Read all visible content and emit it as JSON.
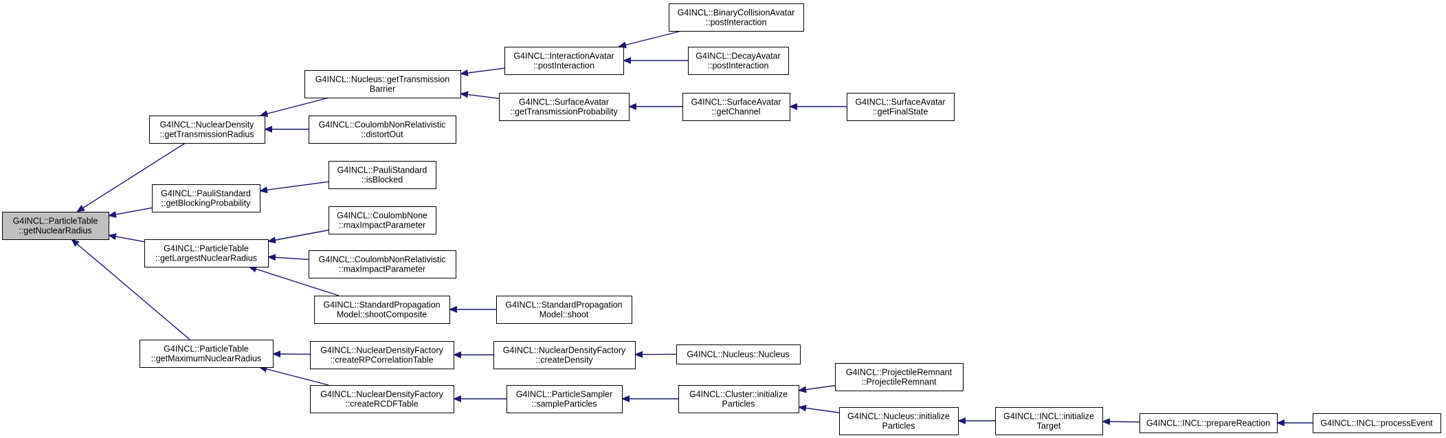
{
  "graph": {
    "colors": {
      "edge": "#191970",
      "box_border": "#000000",
      "box_fill": "#ffffff",
      "root_fill": "#bfbfbf",
      "background": "#ffffff"
    },
    "nodes": [
      {
        "id": "root",
        "lines": [
          "G4INCL::ParticleTable",
          "::getNuclearRadius"
        ],
        "root": true
      },
      {
        "id": "nd_gtr",
        "lines": [
          "G4INCL::NuclearDensity",
          "::getTransmissionRadius"
        ]
      },
      {
        "id": "ps_gbp",
        "lines": [
          "G4INCL::PauliStandard",
          "::getBlockingProbability"
        ]
      },
      {
        "id": "pt_glnr",
        "lines": [
          "G4INCL::ParticleTable",
          "::getLargestNuclearRadius"
        ]
      },
      {
        "id": "pt_gmnr",
        "lines": [
          "G4INCL::ParticleTable",
          "::getMaximumNuclearRadius"
        ]
      },
      {
        "id": "nuc_gtb",
        "lines": [
          "G4INCL::Nucleus::getTransmission",
          "Barrier"
        ]
      },
      {
        "id": "cnr_do",
        "lines": [
          "G4INCL::CoulombNonRelativistic",
          "::distortOut"
        ]
      },
      {
        "id": "ps_ib",
        "lines": [
          "G4INCL::PauliStandard",
          "::isBlocked"
        ]
      },
      {
        "id": "cn_mip",
        "lines": [
          "G4INCL::CoulombNone",
          "::maxImpactParameter"
        ]
      },
      {
        "id": "cnr_mip",
        "lines": [
          "G4INCL::CoulombNonRelativistic",
          "::maxImpactParameter"
        ]
      },
      {
        "id": "spm_sc",
        "lines": [
          "G4INCL::StandardPropagation",
          "Model::shootComposite"
        ]
      },
      {
        "id": "ndf_crpct",
        "lines": [
          "G4INCL::NuclearDensityFactory",
          "::createRPCorrelationTable"
        ]
      },
      {
        "id": "ndf_crcdf",
        "lines": [
          "G4INCL::NuclearDensityFactory",
          "::createRCDFTable"
        ]
      },
      {
        "id": "ia_pi",
        "lines": [
          "G4INCL::InteractionAvatar",
          "::postInteraction"
        ]
      },
      {
        "id": "sa_gtp",
        "lines": [
          "G4INCL::SurfaceAvatar",
          "::getTransmissionProbability"
        ]
      },
      {
        "id": "spm_s",
        "lines": [
          "G4INCL::StandardPropagation",
          "Model::shoot"
        ]
      },
      {
        "id": "ndf_cd",
        "lines": [
          "G4INCL::NuclearDensityFactory",
          "::createDensity"
        ]
      },
      {
        "id": "psam_sp",
        "lines": [
          "G4INCL::ParticleSampler",
          "::sampleParticles"
        ]
      },
      {
        "id": "bca_pi",
        "lines": [
          "G4INCL::BinaryCollisionAvatar",
          "::postInteraction"
        ]
      },
      {
        "id": "da_pi",
        "lines": [
          "G4INCL::DecayAvatar",
          "::postInteraction"
        ]
      },
      {
        "id": "sa_gc",
        "lines": [
          "G4INCL::SurfaceAvatar",
          "::getChannel"
        ]
      },
      {
        "id": "nuc_nuc",
        "lines": [
          "G4INCL::Nucleus::Nucleus"
        ]
      },
      {
        "id": "cl_ip",
        "lines": [
          "G4INCL::Cluster::initialize",
          "Particles"
        ]
      },
      {
        "id": "sa_gfs",
        "lines": [
          "G4INCL::SurfaceAvatar",
          "::getFinalState"
        ]
      },
      {
        "id": "pr_pr",
        "lines": [
          "G4INCL::ProjectileRemnant",
          "::ProjectileRemnant"
        ]
      },
      {
        "id": "nuc_ip",
        "lines": [
          "G4INCL::Nucleus::initialize",
          "Particles"
        ]
      },
      {
        "id": "incl_it",
        "lines": [
          "G4INCL::INCL::initialize",
          "Target"
        ]
      },
      {
        "id": "incl_pr",
        "lines": [
          "G4INCL::INCL::prepareReaction"
        ]
      },
      {
        "id": "incl_pe",
        "lines": [
          "G4INCL::INCL::processEvent"
        ]
      }
    ],
    "edges": [
      {
        "from": "nd_gtr",
        "to": "root"
      },
      {
        "from": "ps_gbp",
        "to": "root"
      },
      {
        "from": "pt_glnr",
        "to": "root"
      },
      {
        "from": "pt_gmnr",
        "to": "root"
      },
      {
        "from": "nuc_gtb",
        "to": "nd_gtr"
      },
      {
        "from": "cnr_do",
        "to": "nd_gtr"
      },
      {
        "from": "ps_ib",
        "to": "ps_gbp"
      },
      {
        "from": "cn_mip",
        "to": "pt_glnr"
      },
      {
        "from": "cnr_mip",
        "to": "pt_glnr"
      },
      {
        "from": "spm_sc",
        "to": "pt_glnr"
      },
      {
        "from": "ndf_crpct",
        "to": "pt_gmnr"
      },
      {
        "from": "ndf_crcdf",
        "to": "pt_gmnr"
      },
      {
        "from": "ia_pi",
        "to": "nuc_gtb"
      },
      {
        "from": "sa_gtp",
        "to": "nuc_gtb"
      },
      {
        "from": "spm_s",
        "to": "spm_sc"
      },
      {
        "from": "ndf_cd",
        "to": "ndf_crpct"
      },
      {
        "from": "psam_sp",
        "to": "ndf_crcdf"
      },
      {
        "from": "bca_pi",
        "to": "ia_pi"
      },
      {
        "from": "da_pi",
        "to": "ia_pi"
      },
      {
        "from": "sa_gc",
        "to": "sa_gtp"
      },
      {
        "from": "nuc_nuc",
        "to": "ndf_cd"
      },
      {
        "from": "cl_ip",
        "to": "psam_sp"
      },
      {
        "from": "sa_gfs",
        "to": "sa_gc"
      },
      {
        "from": "pr_pr",
        "to": "cl_ip"
      },
      {
        "from": "nuc_ip",
        "to": "cl_ip"
      },
      {
        "from": "incl_it",
        "to": "nuc_ip"
      },
      {
        "from": "incl_pr",
        "to": "incl_it"
      },
      {
        "from": "incl_pe",
        "to": "incl_pr"
      }
    ]
  }
}
